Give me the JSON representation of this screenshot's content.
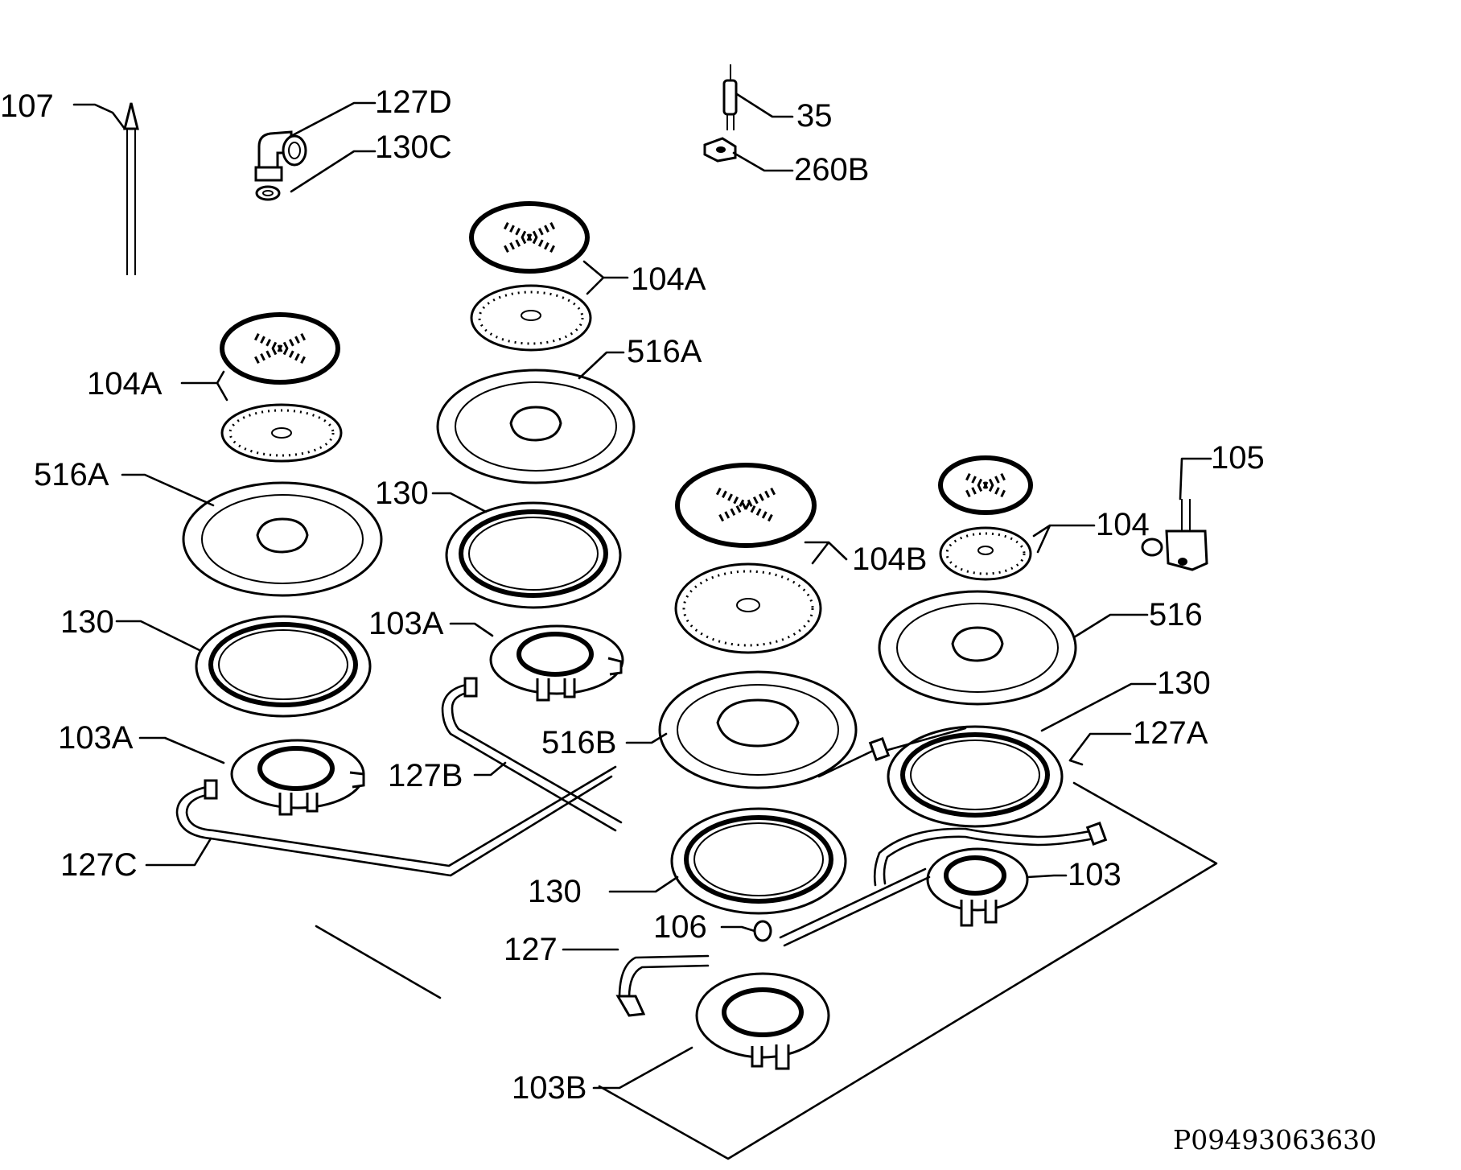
{
  "labels": {
    "l107": "107",
    "l127d": "127D",
    "l130c": "130C",
    "l35": "35",
    "l260b": "260B",
    "l104a_top": "104A",
    "l516a_top": "516A",
    "l104a_left": "104A",
    "l516a_left": "516A",
    "l130_mid": "130",
    "l130_left": "130",
    "l103a_mid": "103A",
    "l103a_left": "103A",
    "l127b": "127B",
    "l127c": "127C",
    "l104b": "104B",
    "l104": "104",
    "l105": "105",
    "l516": "516",
    "l130_right": "130",
    "l127a": "127A",
    "l516b": "516B",
    "l130_bottom": "130",
    "l103": "103",
    "l106": "106",
    "l127": "127",
    "l103b": "103B"
  },
  "drawing_code": "P09493063630"
}
